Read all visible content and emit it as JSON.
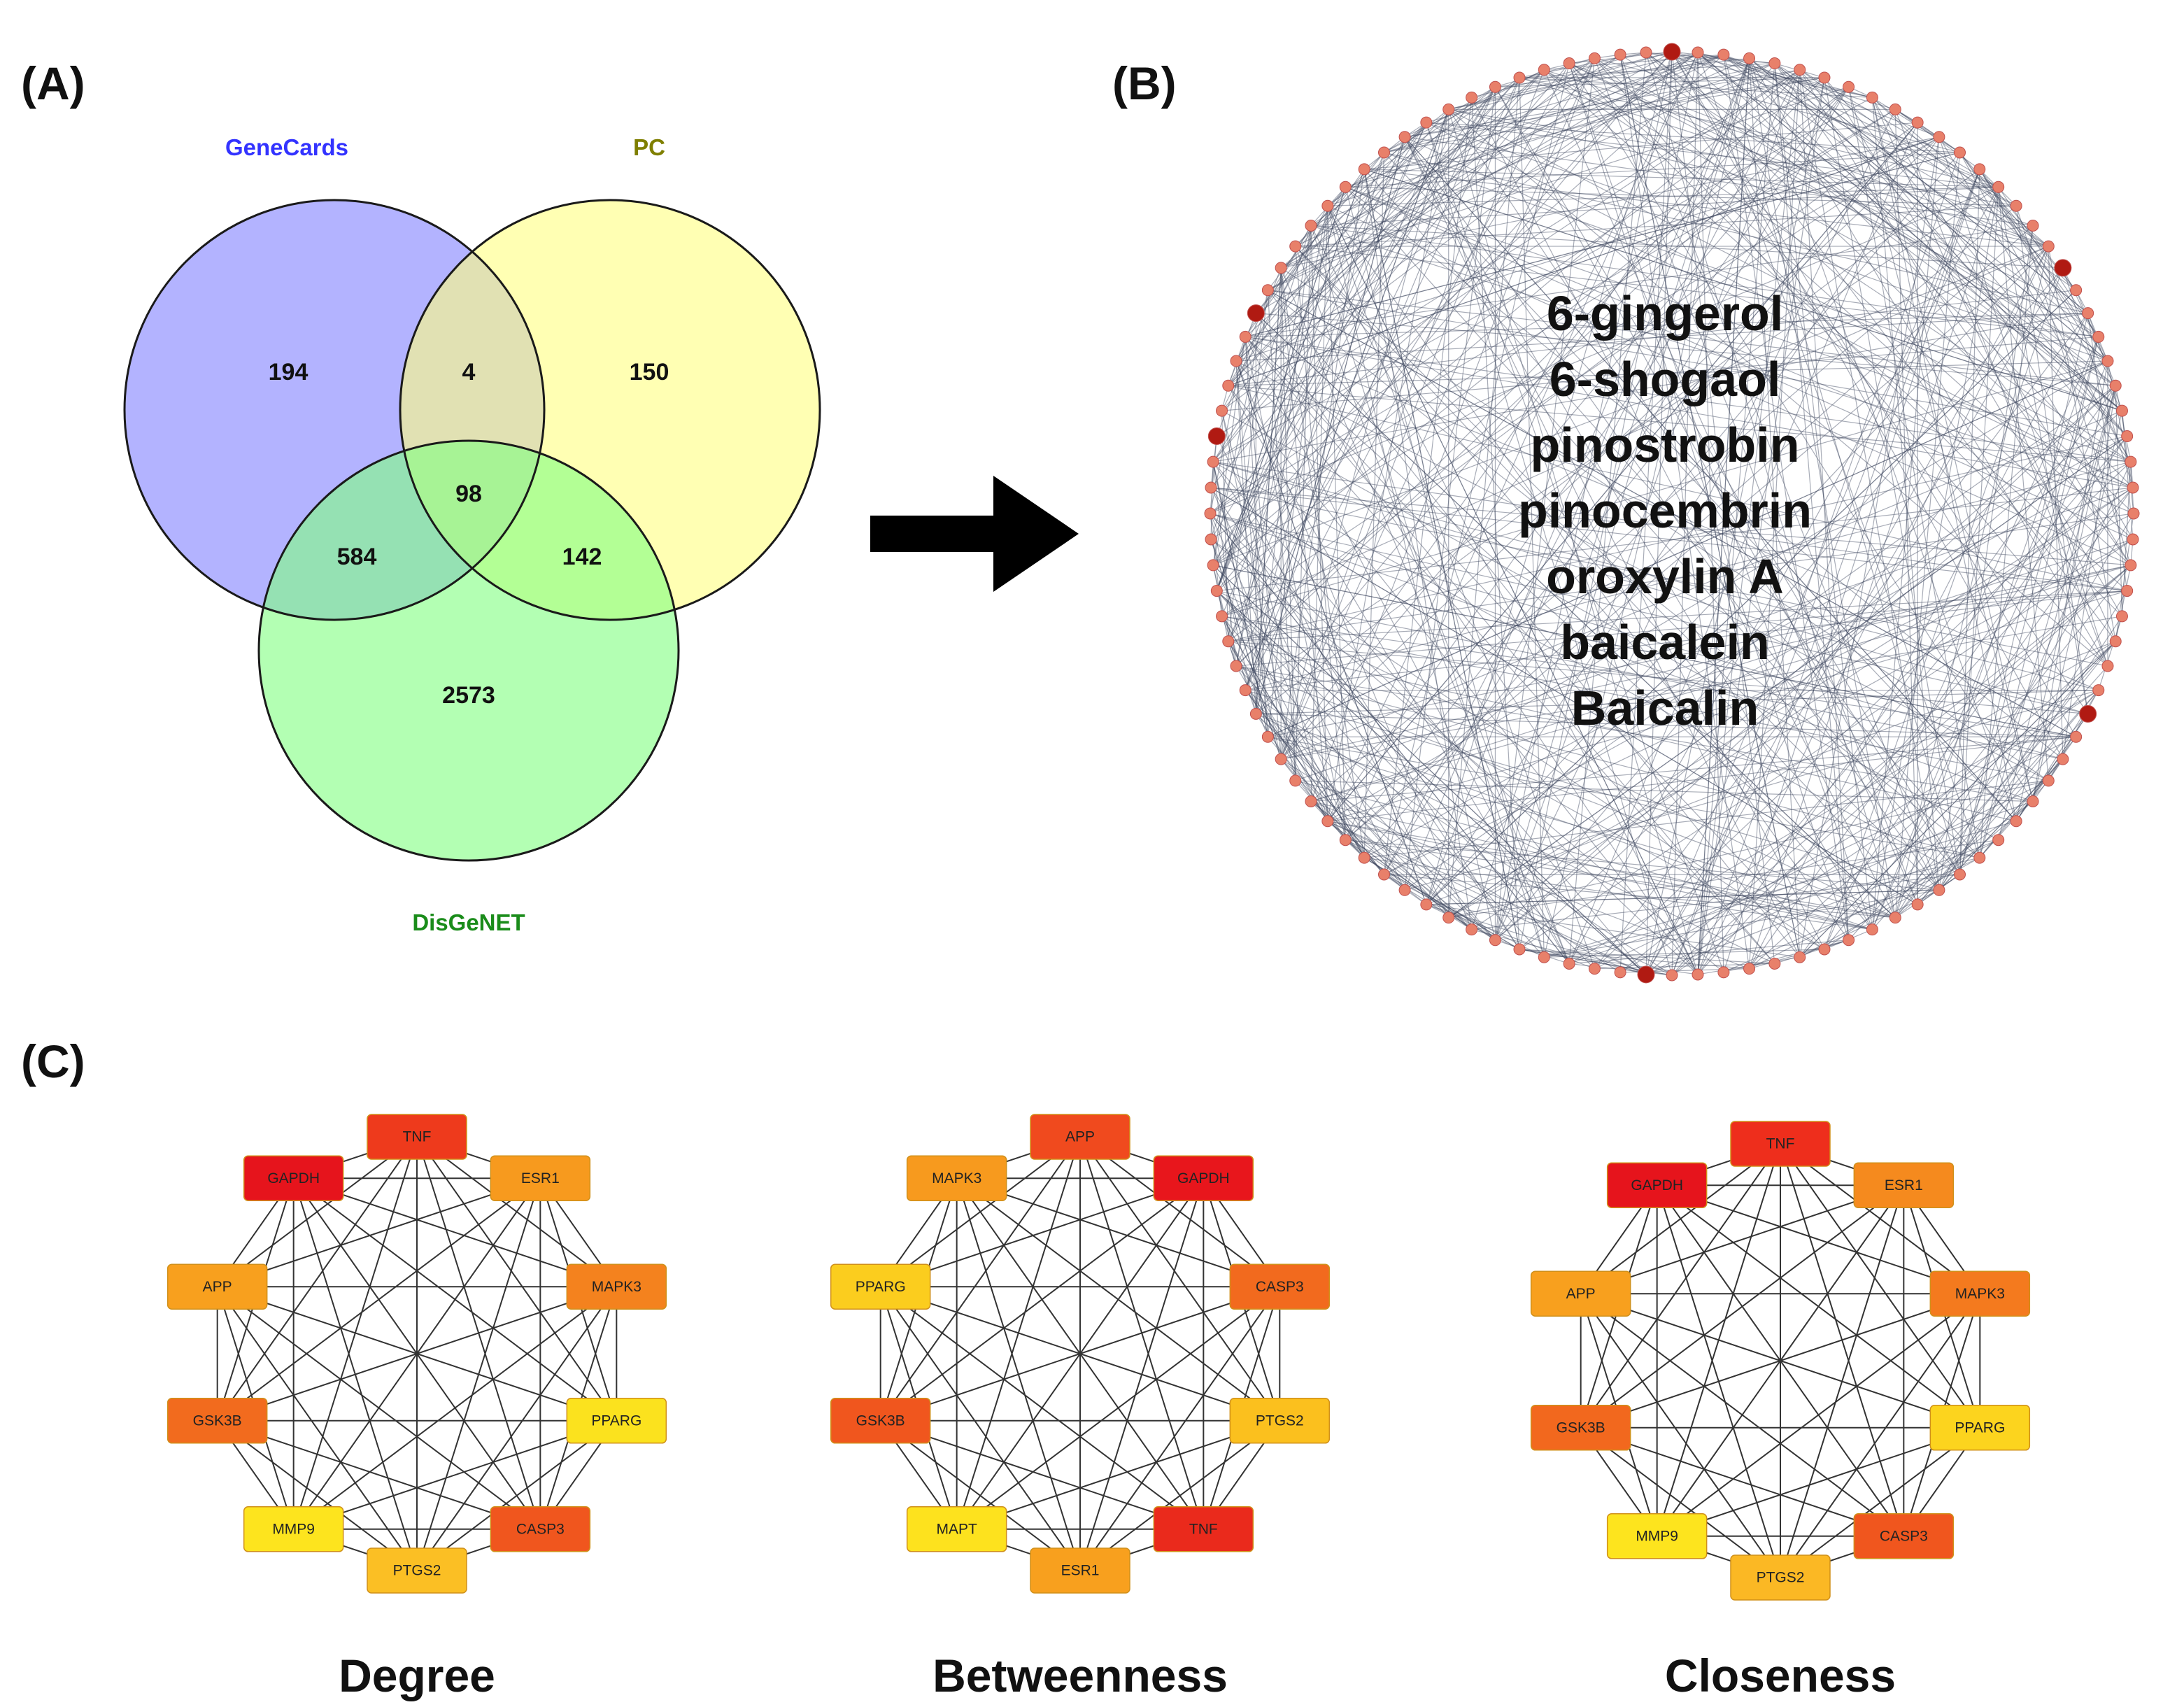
{
  "panel_labels": {
    "a": "(A)",
    "b": "(B)",
    "c": "(C)"
  },
  "venn": {
    "sets": [
      {
        "name": "GeneCards",
        "color": "#3333ff",
        "fill": "#8080ff"
      },
      {
        "name": "PC",
        "color": "#7f7f00",
        "fill": "#ffff80"
      },
      {
        "name": "DisGeNET",
        "color": "#1a8c1a",
        "fill": "#80ff80"
      }
    ],
    "regions": {
      "genecards_only": "194",
      "genecards_pc": "4",
      "pc_only": "150",
      "all_three": "98",
      "genecards_disgenet": "584",
      "pc_disgenet": "142",
      "disgenet_only": "2573"
    }
  },
  "network": {
    "compounds": [
      "6-gingerol",
      "6-shogaol",
      "pinostrobin",
      "pinocembrin",
      "oroxylin A",
      "baicalein",
      "Baicalin"
    ],
    "node_color": "#e8806a",
    "edge_color": "#3d4660"
  },
  "hub_panels": [
    {
      "metric": "Degree",
      "nodes": [
        {
          "label": "TNF",
          "color": "#ee3a1c"
        },
        {
          "label": "ESR1",
          "color": "#f79a1e"
        },
        {
          "label": "MAPK3",
          "color": "#f4821e"
        },
        {
          "label": "PPARG",
          "color": "#fbe21e"
        },
        {
          "label": "CASP3",
          "color": "#f0561e"
        },
        {
          "label": "PTGS2",
          "color": "#fbbf24"
        },
        {
          "label": "MMP9",
          "color": "#fde41e"
        },
        {
          "label": "GSK3B",
          "color": "#f26b1e"
        },
        {
          "label": "APP",
          "color": "#f8a01e"
        },
        {
          "label": "GAPDH",
          "color": "#e6141c"
        }
      ]
    },
    {
      "metric": "Betweenness",
      "nodes": [
        {
          "label": "APP",
          "color": "#f04a1e"
        },
        {
          "label": "GAPDH",
          "color": "#e8161c"
        },
        {
          "label": "CASP3",
          "color": "#f26a1e"
        },
        {
          "label": "PTGS2",
          "color": "#fbc01e"
        },
        {
          "label": "TNF",
          "color": "#ea2a1c"
        },
        {
          "label": "ESR1",
          "color": "#f8a01e"
        },
        {
          "label": "MAPT",
          "color": "#fde21e"
        },
        {
          "label": "GSK3B",
          "color": "#f0561e"
        },
        {
          "label": "PPARG",
          "color": "#fbcd1e"
        },
        {
          "label": "MAPK3",
          "color": "#f79a1e"
        }
      ]
    },
    {
      "metric": "Closeness",
      "nodes": [
        {
          "label": "TNF",
          "color": "#ee2e1c"
        },
        {
          "label": "ESR1",
          "color": "#f58a1e"
        },
        {
          "label": "MAPK3",
          "color": "#f47a1e"
        },
        {
          "label": "PPARG",
          "color": "#fcd41e"
        },
        {
          "label": "CASP3",
          "color": "#f0561e"
        },
        {
          "label": "PTGS2",
          "color": "#fbb824"
        },
        {
          "label": "MMP9",
          "color": "#fde41e"
        },
        {
          "label": "GSK3B",
          "color": "#f2681e"
        },
        {
          "label": "APP",
          "color": "#f8a01e"
        },
        {
          "label": "GAPDH",
          "color": "#e6141c"
        }
      ]
    }
  ]
}
